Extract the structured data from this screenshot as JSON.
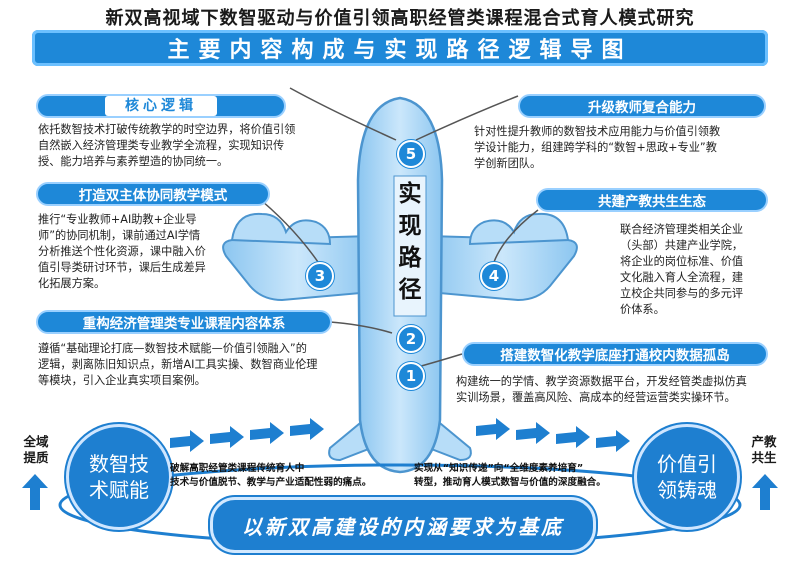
{
  "title": "新双高视域下数智驱动与价值引领高职经管类课程混合式育人模式研究",
  "banner": "主要内容构成与实现路径逻辑导图",
  "center_path": [
    "实",
    "现",
    "路",
    "径"
  ],
  "numbers": [
    "5",
    "3",
    "2",
    "1",
    "4"
  ],
  "sections": {
    "core": {
      "label": "核心逻辑",
      "text": [
        "依托数智技术打破传统教学的时空边界，将价值引领",
        "自然嵌入经济管理类专业教学全流程，实现知识传",
        "授、能力培养与素养塑造的协同统一。"
      ]
    },
    "dual": {
      "label": "打造双主体协同教学模式",
      "text": [
        "推行“专业教师+AI助教+企业导",
        "师”的协同机制，课前通过AI学情",
        "分析推送个性化资源，课中融入价",
        "值引导类研讨环节，课后生成差异",
        "化拓展方案。"
      ]
    },
    "content": {
      "label": "重构经济管理类专业课程内容体系",
      "text": [
        "遵循“基础理论打底—数智技术赋能—价值引领融入”的",
        "逻辑，剥离陈旧知识点，新增AI工具实操、数智商业伦理",
        "等模块，引入企业真实项目案例。"
      ]
    },
    "teacher": {
      "label": "升级教师复合能力",
      "text": [
        "针对性提升教师的数智技术应用能力与价值引领教",
        "学设计能力，组建跨学科的“数智+思政+专业”教",
        "学创新团队。"
      ]
    },
    "ecology": {
      "label": "共建产教共生生态",
      "text": [
        "联合经济管理类相关企业",
        "（头部）共建产业学院，",
        "将企业的岗位标准、价值",
        "文化融入育人全流程，建",
        "立校企共同参与的多元评",
        "价体系。"
      ]
    },
    "base_platform": {
      "label": "搭建数智化教学底座打通校内数据孤岛",
      "text": [
        "构建统一的学情、教学资源数据平台，开发经管类虚拟仿真",
        "实训场景，覆盖高风险、高成本的经营运营类实操环节。"
      ]
    }
  },
  "bottom": {
    "left_side": [
      "全域",
      "提质"
    ],
    "right_side": [
      "产教",
      "共生"
    ],
    "left_bubble": [
      "数智技",
      "术赋能"
    ],
    "right_bubble": [
      "价值引",
      "领铸魂"
    ],
    "left_note": [
      "破解高职经管类课程传统育人中",
      "技术与价值脱节、教学与产业适配性弱的痛点。"
    ],
    "right_note": [
      "实现从“知识传递”向“全维度素养培育”",
      "转型，推动育人模式数智与价值的深度融合。"
    ],
    "base": "以新双高建设的内涵要求为基底"
  },
  "colors": {
    "primary_blue": "#1e88d8",
    "plane_light": "#a9d6f7",
    "plane_stroke": "#4c95cf",
    "arrow_blue": "#1e7fd0"
  }
}
